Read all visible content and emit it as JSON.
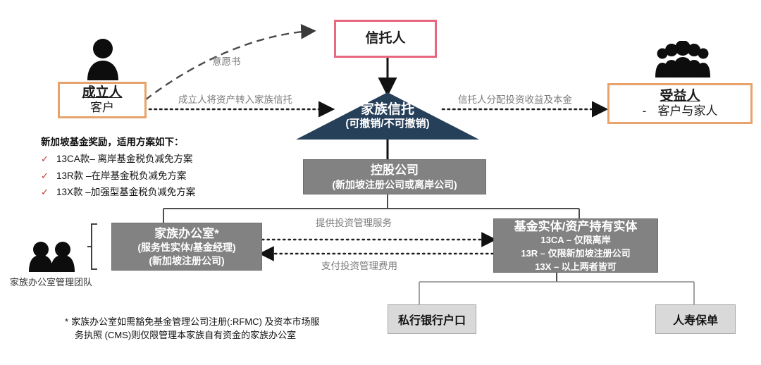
{
  "diagram": {
    "title_nodes": {
      "settlor": {
        "name": "成立人",
        "sub": "客户",
        "icon": "single-person-icon",
        "border_color": "#e8a36a"
      },
      "trustee": {
        "name": "信托人",
        "border_color": "#e8687f"
      },
      "beneficiary": {
        "name": "受益人",
        "dash": "-",
        "sub": "客户与家人",
        "icon": "group-people-icon",
        "border_color": "#e8a36a"
      }
    },
    "trust": {
      "name": "家族信托",
      "sub": "(可撤销/不可撤销)",
      "fill": "#27405a"
    },
    "holding_company": {
      "name": "控股公司",
      "sub": "(新加坡注册公司或离岸公司)",
      "fill": "#828282"
    },
    "family_office": {
      "name": "家族办公室*",
      "sub1": "(服务性实体/基金经理)",
      "sub2": "(新加坡注册公司)",
      "fill": "#828282",
      "team_label": "家族办公室管理团队",
      "team_icon": "two-people-icon"
    },
    "fund_entity": {
      "name": "基金实体/资产持有实体",
      "items": [
        "13CA – 仅限离岸",
        "13R – 仅限新加坡注册公司",
        "13X – 以上两者皆可"
      ],
      "fill": "#828282"
    },
    "leaf_nodes": [
      {
        "label": "私行银行户口"
      },
      {
        "label": "人寿保单"
      }
    ],
    "flow_labels": {
      "letter_of_wishes": "意愿书",
      "settlor_transfer": "成立人将资产转入家族信托",
      "trustee_distribute": "信托人分配投资收益及本金",
      "provide_service": "提供投资管理服务",
      "pay_fee": "支付投资管理费用"
    }
  },
  "incentives": {
    "title": "新加坡基金奖励，适用方案如下：",
    "check_glyph": "✓",
    "check_color": "#c0392b",
    "items": [
      "13CA款– 离岸基金税负减免方案",
      "13R款 –在岸基金税负减免方案",
      "13X款 –加强型基金税负减免方案"
    ]
  },
  "footnote": {
    "marker": "*",
    "line1": "家族办公室如需豁免基金管理公司注册(:RFMC) 及资本市场服",
    "line2": "务执照 (CMS)则仅限管理本家族自有资金的家族办公室"
  }
}
